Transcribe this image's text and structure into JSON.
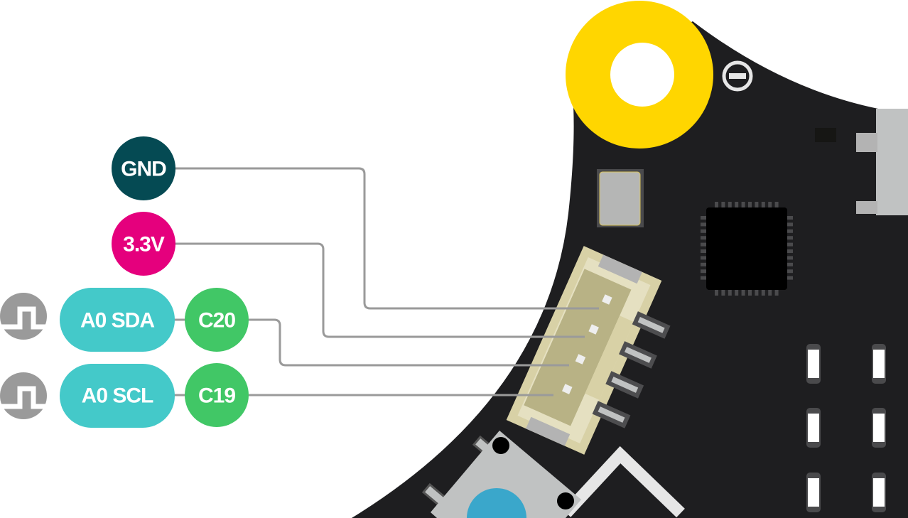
{
  "pins": [
    {
      "label": "GND",
      "kind": "ground",
      "color": "#054a53"
    },
    {
      "label": "3.3V",
      "kind": "power",
      "color": "#e5007d"
    },
    {
      "label": "A0 SDA",
      "kind": "i2c",
      "color": "#44c9c9",
      "port": "C20",
      "port_color": "#41c766",
      "pwm_icon": "pwm-wave-icon"
    },
    {
      "label": "A0 SCL",
      "kind": "i2c",
      "color": "#44c9c9",
      "port": "C19",
      "port_color": "#41c766",
      "pwm_icon": "pwm-wave-icon"
    }
  ],
  "colors": {
    "board": "#1e1e20",
    "mount_hole": "#ffd600",
    "connector": "#e5e0c1",
    "wire": "#9a9a9a",
    "pwm_icon": "#9a9a9a"
  }
}
